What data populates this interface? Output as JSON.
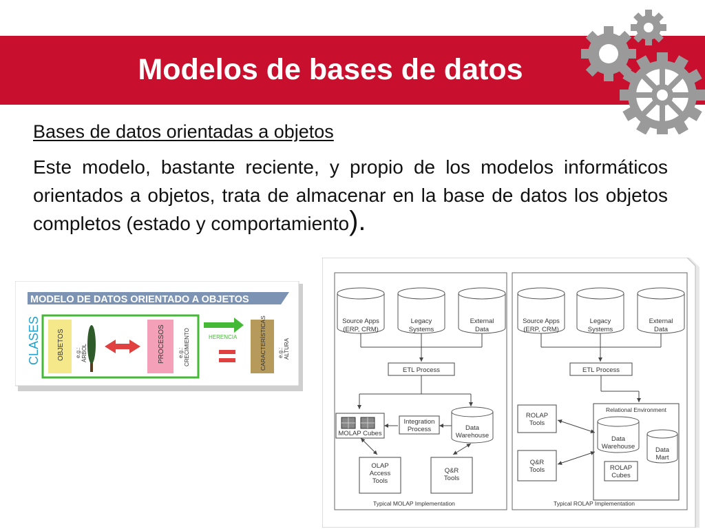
{
  "slide": {
    "title": "Modelos de bases de datos",
    "subtitle": "Bases de datos orientadas a objetos",
    "paragraph_main": "Este modelo, bastante reciente, y propio de los modelos informáticos orientados a objetos, trata de almacenar en la base de datos los objetos completos (estado y comportamiento",
    "paragraph_end": ")."
  },
  "colors": {
    "banner": "#c8102e",
    "gear": "#9a9a9a"
  },
  "figure_oo": {
    "header": "MODELO DE DATOS ORIENTADO A OBJETOS",
    "clases": "CLASES",
    "objetos": "OBJETOS",
    "eg_arbol_1": "e.g.:",
    "eg_arbol_2": "ÁRBOL",
    "procesos": "PROCESOS",
    "eg_crec_1": "e.g.:",
    "eg_crec_2": "CRECIMIENTO",
    "herencia": "HERENCIA",
    "caracteristicas": "CARACTERÍSTICAS",
    "eg_alt_1": "e.g.:",
    "eg_alt_2": "ALTURA"
  },
  "figure_olap": {
    "molap": {
      "source_1": "Source Apps",
      "source_2": "(ERP, CRM)",
      "legacy_1": "Legacy",
      "legacy_2": "Systems",
      "external_1": "External",
      "external_2": "Data",
      "etl": "ETL Process",
      "cubes": "MOLAP Cubes",
      "integration_1": "Integration",
      "integration_2": "Process",
      "dw_1": "Data",
      "dw_2": "Warehouse",
      "olap_1": "OLAP",
      "olap_2": "Access",
      "olap_3": "Tools",
      "qr_1": "Q&R",
      "qr_2": "Tools",
      "caption": "Typical MOLAP Implementation"
    },
    "rolap": {
      "source_1": "Source Apps",
      "source_2": "(ERP, CRM)",
      "legacy_1": "Legacy",
      "legacy_2": "Systems",
      "external_1": "External",
      "external_2": "Data",
      "etl": "ETL Process",
      "relational": "Relational Environment",
      "rolap_tools_1": "ROLAP",
      "rolap_tools_2": "Tools",
      "dw_1": "Data",
      "dw_2": "Warehouse",
      "mart_1": "Data",
      "mart_2": "Mart",
      "qr_1": "Q&R",
      "qr_2": "Tools",
      "cubes_1": "ROLAP",
      "cubes_2": "Cubes",
      "caption": "Typical ROLAP Implementation"
    }
  }
}
